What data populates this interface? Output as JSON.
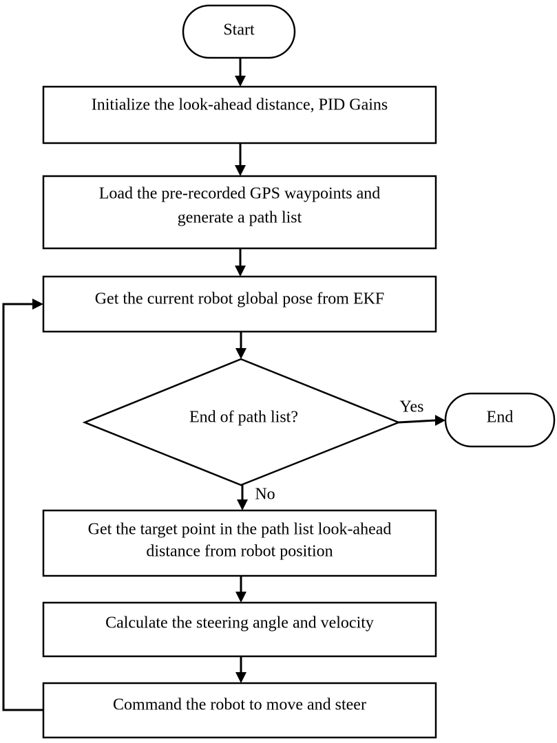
{
  "flowchart": {
    "start": "Start",
    "end": "End",
    "steps": [
      {
        "lines": [
          "Initialize the look-ahead distance, PID Gains"
        ]
      },
      {
        "lines": [
          "Load the pre-recorded GPS waypoints and",
          "generate a path list"
        ]
      },
      {
        "lines": [
          "Get the current robot global pose from EKF"
        ]
      },
      {
        "lines": [
          "Get the target point in the path list look-ahead",
          "distance from robot position"
        ]
      },
      {
        "lines": [
          "Calculate the steering angle and velocity"
        ]
      },
      {
        "lines": [
          "Command the robot to move and steer"
        ]
      }
    ],
    "decision": {
      "question": "End of path list?",
      "yes_label": "Yes",
      "no_label": "No"
    }
  }
}
